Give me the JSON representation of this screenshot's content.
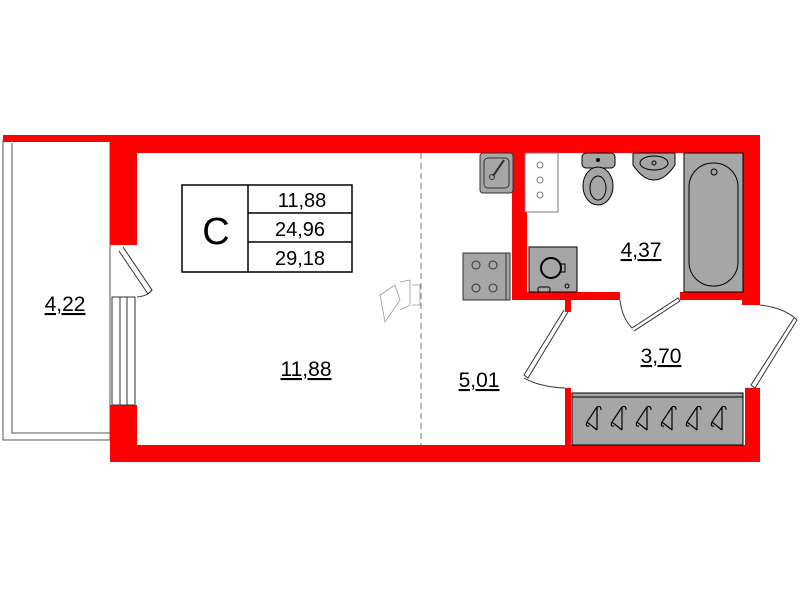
{
  "colors": {
    "wall": "#ff0000",
    "fixture": "#a6a6a6",
    "line": "#000000"
  },
  "summary_table": {
    "type_letter": "С",
    "living_area": "11,88",
    "area_without_balcony": "24,96",
    "total_area": "29,18"
  },
  "rooms": [
    {
      "id": "balcony",
      "area": "4,22"
    },
    {
      "id": "living-room",
      "area": "11,88"
    },
    {
      "id": "kitchen",
      "area": "5,01"
    },
    {
      "id": "bathroom",
      "area": "4,37"
    },
    {
      "id": "hallway",
      "area": "3,70"
    }
  ],
  "icons": [
    "kitchen-sink-icon",
    "stove-icon",
    "washing-machine-icon",
    "toilet-icon",
    "washbasin-icon",
    "bathtub-icon",
    "wardrobe-icon",
    "door-icon",
    "window-icon"
  ]
}
